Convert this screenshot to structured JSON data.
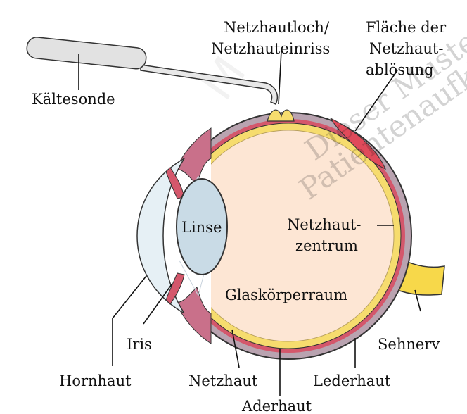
{
  "diagram": {
    "labels": {
      "probe": "Kältesonde",
      "tear_line1": "Netzhautloch/",
      "tear_line2": "Netzhauteinriss",
      "detach_line1": "Fläche der",
      "detach_line2": "Netzhaut-",
      "detach_line3": "ablösung",
      "lens": "Linse",
      "macula_line1": "Netzhaut-",
      "macula_line2": "zentrum",
      "vitreous": "Glaskörperraum",
      "iris": "Iris",
      "cornea": "Hornhaut",
      "retina": "Netzhaut",
      "choroid": "Aderhaut",
      "sclera": "Lederhaut",
      "optic_nerve": "Sehnerv"
    },
    "watermark": {
      "line1": "M",
      "line2": "Dieser Muster",
      "line3": "Patientenaufkl"
    },
    "colors": {
      "sclera": "#b9a3b0",
      "choroid": "#d4576b",
      "retina": "#f6dc6e",
      "vitreous": "#fde6d4",
      "lens": "#c9dbe6",
      "cornea": "#e6f0f5",
      "ciliary": "#c9708a",
      "detachment": "#e04a5a",
      "nerve": "#f7d84a"
    }
  }
}
